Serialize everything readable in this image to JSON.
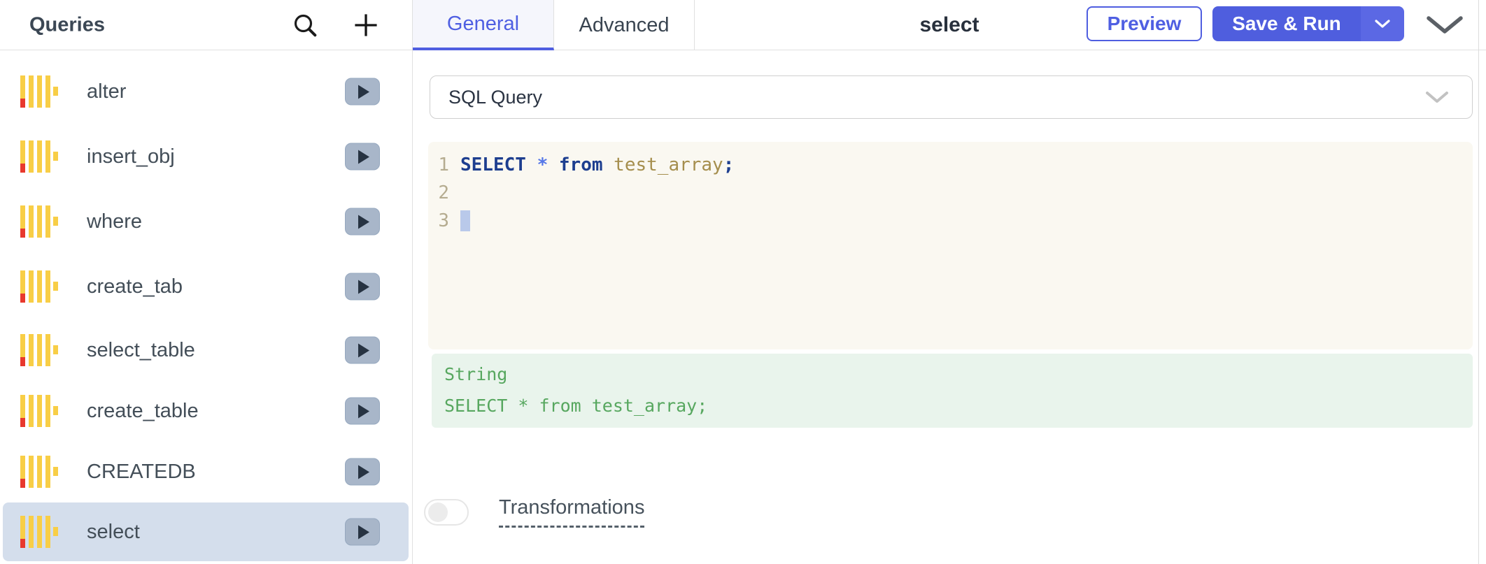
{
  "colors": {
    "accent": "#4f5ee0",
    "selected_row_bg": "#d4deec",
    "editor_bg": "#faf8f1",
    "eval_bg": "#e9f4ec",
    "eval_text": "#57a75f",
    "code_keyword": "#1d3e8f",
    "code_operator": "#5577e8",
    "code_identifier": "#a58e4d",
    "datasource_icon_yellow": "#f8ce46",
    "datasource_icon_red": "#e8392e",
    "play_button_bg": "#a8b6c9"
  },
  "sidebar": {
    "title": "Queries",
    "queries": [
      {
        "label": "alter"
      },
      {
        "label": "insert_obj"
      },
      {
        "label": "where"
      },
      {
        "label": "create_tab"
      },
      {
        "label": "select_table"
      },
      {
        "label": "create_table"
      },
      {
        "label": "CREATEDB"
      },
      {
        "label": "select",
        "selected": true
      }
    ]
  },
  "header": {
    "tabs": [
      {
        "label": "General",
        "active": true
      },
      {
        "label": "Advanced",
        "active": false
      }
    ],
    "title": "select",
    "preview_label": "Preview",
    "save_run_label": "Save & Run"
  },
  "query_form": {
    "datasource_selected": "SQL Query",
    "code": {
      "line_numbers": [
        "1",
        "2",
        "3"
      ],
      "line1": {
        "kw1": "SELECT ",
        "op": "* ",
        "kw2": "from ",
        "ident": "test_array",
        "punct": ";"
      }
    },
    "evaluated": {
      "type_label": "String",
      "value": "SELECT * from test_array;"
    },
    "transformations_label": "Transformations",
    "transformations_toggle": "off"
  }
}
